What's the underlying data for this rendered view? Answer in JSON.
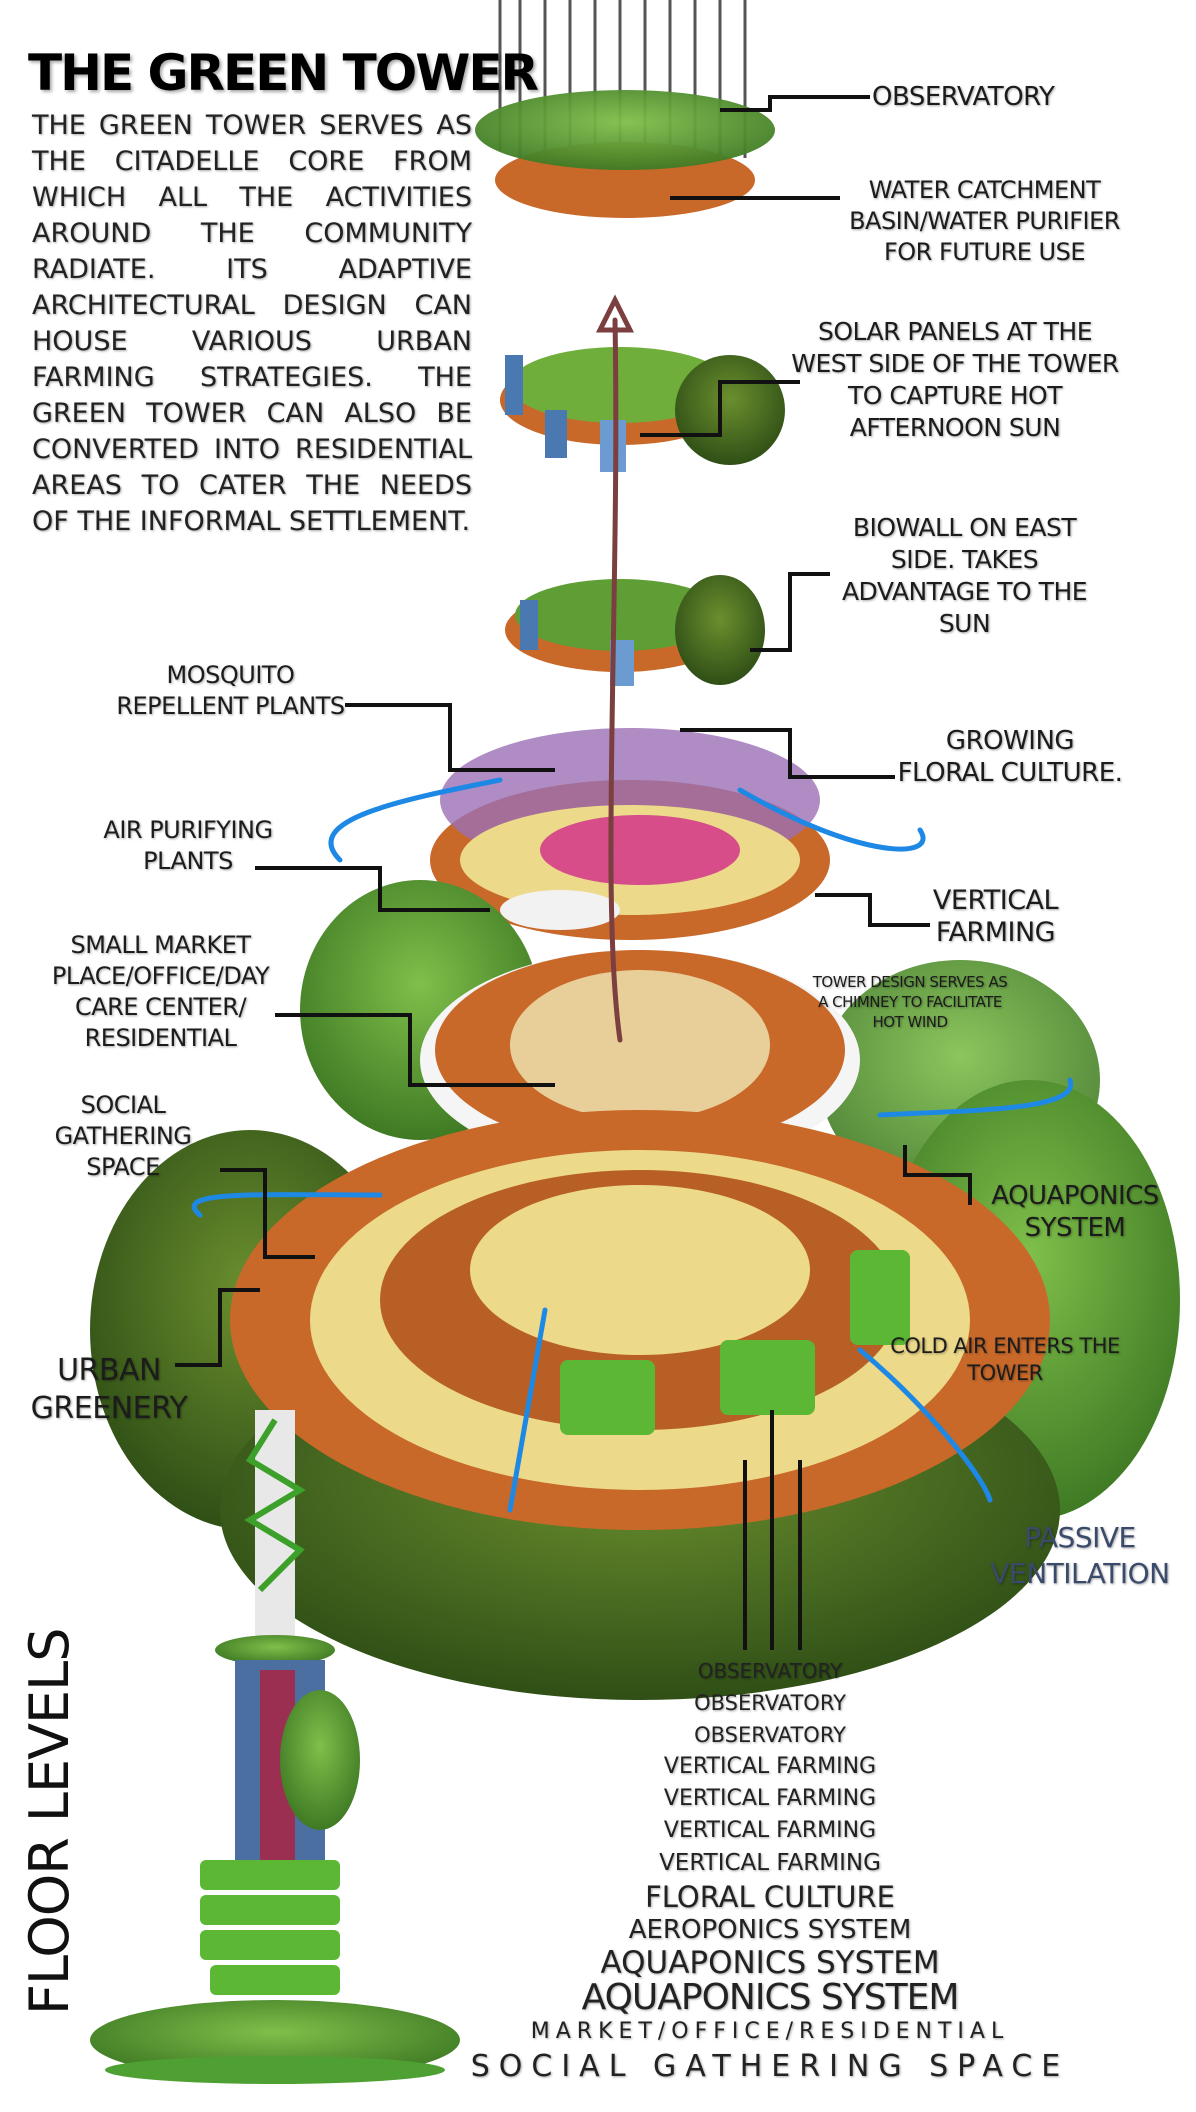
{
  "header": {
    "title": "THE GREEN TOWER",
    "description": "THE GREEN TOWER SERVES AS THE CITADELLE CORE FROM WHICH ALL THE ACTIVITIES AROUND THE COMMUNITY RADIATE. ITS ADAPTIVE ARCHITECTURAL DESIGN CAN HOUSE VARIOUS URBAN FARMING STRATEGIES. THE GREEN TOWER CAN ALSO BE CONVERTED INTO RESIDENTIAL AREAS TO CATER THE NEEDS OF THE INFORMAL SETTLEMENT."
  },
  "callouts": {
    "observatory": "OBSERVATORY",
    "water_catchment": [
      "WATER CATCHMENT",
      "BASIN/WATER PURIFIER",
      "FOR FUTURE USE"
    ],
    "solar_panels": [
      "SOLAR PANELS AT THE",
      "WEST SIDE OF THE TOWER",
      "TO CAPTURE HOT",
      "AFTERNOON SUN"
    ],
    "biowall": [
      "BIOWALL ON EAST",
      "SIDE. TAKES",
      "ADVANTAGE TO THE",
      "SUN"
    ],
    "mosquito": [
      "MOSQUITO",
      "REPELLENT PLANTS"
    ],
    "growing_floral": [
      "GROWING",
      "FLORAL CULTURE."
    ],
    "air_purifying": [
      "AIR PURIFYING",
      "PLANTS"
    ],
    "vertical_farming": [
      "VERTICAL",
      "FARMING"
    ],
    "small_market": [
      "SMALL MARKET",
      "PLACE/OFFICE/DAY",
      "CARE CENTER/",
      "RESIDENTIAL"
    ],
    "chimney": [
      "TOWER DESIGN SERVES AS",
      "A CHIMNEY TO FACILITATE",
      "HOT WIND"
    ],
    "social_gathering": [
      "SOCIAL",
      "GATHERING",
      "SPACE"
    ],
    "aquaponics": [
      "AQUAPONICS",
      "SYSTEM"
    ],
    "urban_greenery": [
      "URBAN",
      "GREENERY"
    ],
    "cold_air": [
      "COLD AIR ENTERS THE",
      "TOWER"
    ],
    "passive_ventilation": [
      "PASSIVE",
      "VENTILATION"
    ]
  },
  "floor_levels": {
    "heading": "FLOOR LEVELS",
    "items": [
      "OBSERVATORY",
      "OBSERVATORY",
      "OBSERVATORY",
      "VERTICAL FARMING",
      "VERTICAL FARMING",
      "VERTICAL FARMING",
      "VERTICAL FARMING",
      "FLORAL CULTURE",
      "AEROPONICS SYSTEM",
      "AQUAPONICS SYSTEM",
      "AQUAPONICS SYSTEM",
      "MARKET/OFFICE/RESIDENTIAL",
      "SOCIAL GATHERING SPACE"
    ]
  },
  "colors": {
    "airflow_cold": "#1e88e5",
    "airflow_hot": "#7b3f3f",
    "passive_label": "#3a4a6b",
    "wood": "#c8692a",
    "sand": "#ecd98a",
    "foliage": "#5f9e35"
  }
}
